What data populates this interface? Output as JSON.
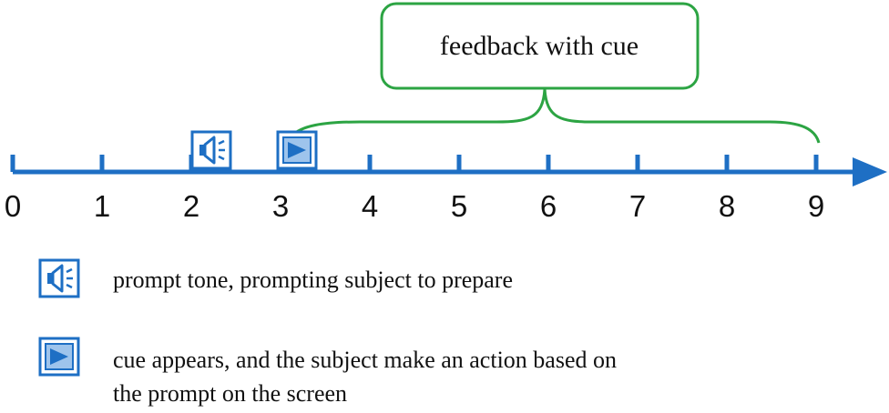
{
  "timeline": {
    "tick_labels": [
      "0",
      "1",
      "2",
      "3",
      "4",
      "5",
      "6",
      "7",
      "8",
      "9"
    ],
    "axis_color": "#1e6fc4"
  },
  "events": [
    {
      "icon": "speaker-icon",
      "time": 2.3
    },
    {
      "icon": "play-icon",
      "time": 3.2
    }
  ],
  "feedback": {
    "label": "feedback with cue",
    "from": 3.2,
    "to": 9,
    "color": "#2ca443"
  },
  "legend": {
    "items": [
      {
        "icon": "speaker-icon",
        "lines": [
          "prompt tone, prompting subject to prepare"
        ]
      },
      {
        "icon": "play-icon",
        "lines": [
          "cue appears, and the subject make an action based on",
          "the prompt on the screen"
        ]
      }
    ]
  }
}
